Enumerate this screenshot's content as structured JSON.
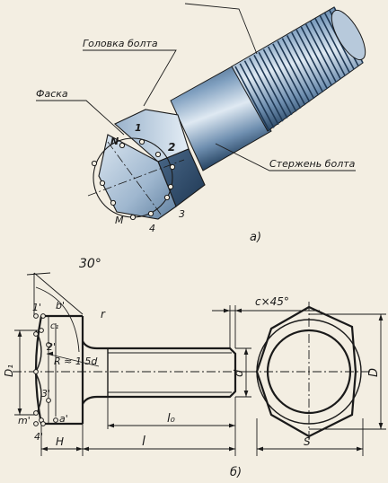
{
  "figure_a": {
    "caption": "а)",
    "labels": {
      "head": "Головка болта",
      "chamfer": "Фаска",
      "shank": "Стержень болта",
      "n": "N",
      "m": "M",
      "p1": "1",
      "p2": "2",
      "p3": "3",
      "p4": "4"
    }
  },
  "figure_b": {
    "caption": "б)",
    "labels": {
      "angle": "30°",
      "chamfer": "c×45°",
      "r": "r",
      "radius": "R ≈ 1,5d",
      "d1": "D₁",
      "d": "d",
      "D": "D",
      "H": "H",
      "l": "l",
      "l0": "l₀",
      "S": "S",
      "p1p": "1'",
      "bp": "b'",
      "c1": "c₁",
      "p2p": "2'",
      "p3p": "3'",
      "mp": "m'",
      "ap": "a'",
      "p4p": "4'"
    }
  },
  "colors": {
    "paper": "#f3eee2",
    "ink": "#1a1a1a",
    "metal_dark": "#2c4a6a",
    "metal_mid": "#6f8fb0",
    "metal_light": "#c9d9e8"
  }
}
